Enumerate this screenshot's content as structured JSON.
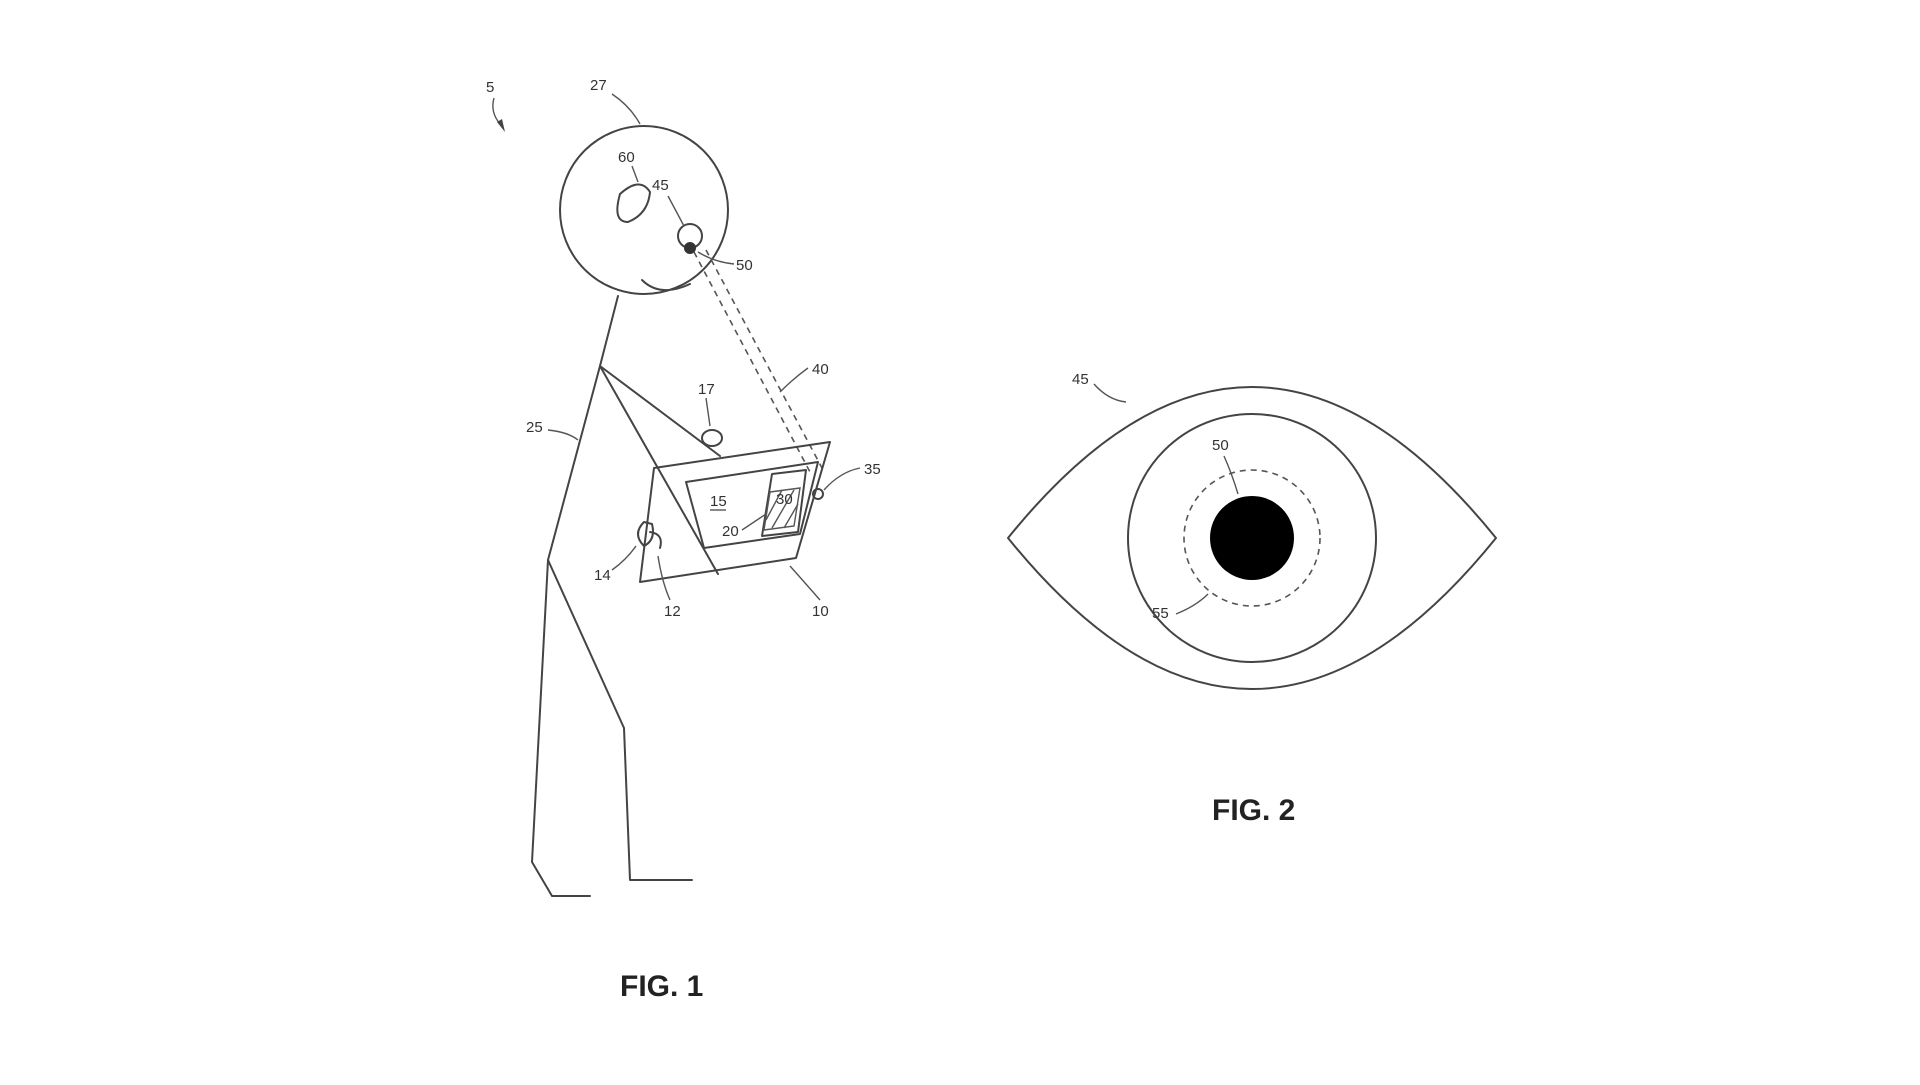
{
  "figures": [
    {
      "id": "fig1",
      "label": "FIG. 1"
    },
    {
      "id": "fig2",
      "label": "FIG. 2"
    }
  ],
  "fig1_refs": {
    "system": "5",
    "head": "27",
    "brain": "60",
    "eye": "45",
    "pupil": "50",
    "gaze": "40",
    "body": "25",
    "camera": "17",
    "sensor": "35",
    "screen": "15",
    "target": "20",
    "device_region": "30",
    "button": "14",
    "hand": "12",
    "device": "10"
  },
  "fig2_refs": {
    "eye": "45",
    "pupil": "50",
    "pupil_boundary": "55"
  },
  "colors": {
    "line": "#444444",
    "pupil_fill": "#000000",
    "background": "#ffffff"
  }
}
